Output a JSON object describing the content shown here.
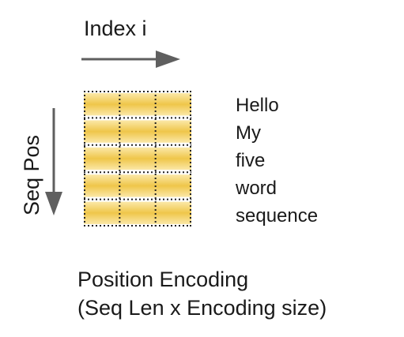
{
  "diagram": {
    "index_label": "Index i",
    "seq_pos_label": "Seq Pos",
    "words": [
      "Hello",
      "My",
      "five",
      "word",
      "sequence"
    ],
    "caption_line1": "Position Encoding",
    "caption_line2": "(Seq Len x Encoding size)",
    "grid_rows": 5,
    "grid_cols": 3,
    "colors": {
      "cell_light": "#fbe8a8",
      "cell_dark": "#efc64a",
      "dot_border": "#222222",
      "arrow": "#5f5f5f",
      "text": "#1a1a1a"
    }
  }
}
